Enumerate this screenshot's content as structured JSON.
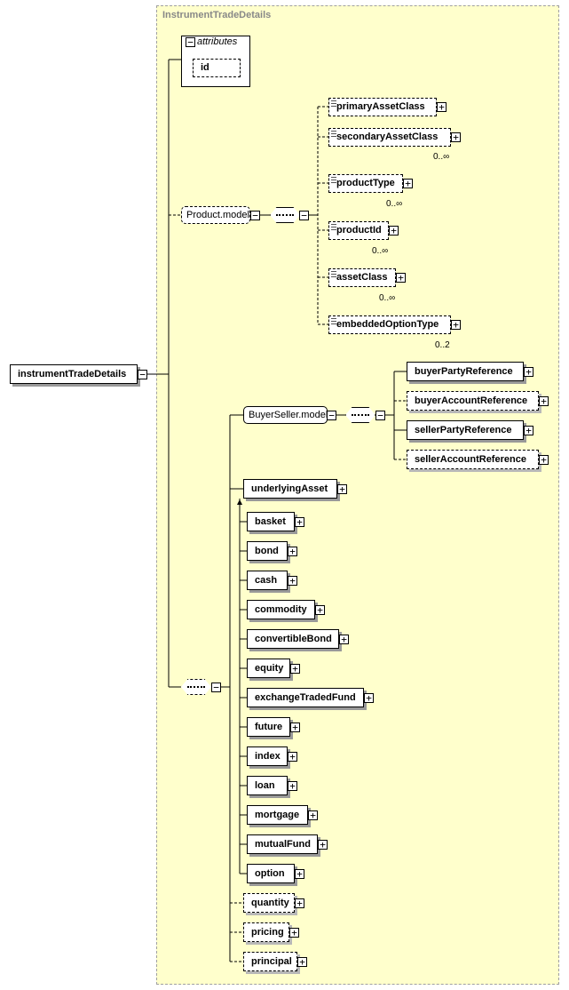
{
  "region_title": "InstrumentTradeDetails",
  "root": "instrumentTradeDetails",
  "attributes": {
    "label": "attributes",
    "items": [
      "id"
    ]
  },
  "product_group": {
    "label": "Product.model",
    "elements": [
      {
        "name": "primaryAssetClass",
        "card": ""
      },
      {
        "name": "secondaryAssetClass",
        "card": "0..∞"
      },
      {
        "name": "productType",
        "card": "0..∞"
      },
      {
        "name": "productId",
        "card": "0..∞"
      },
      {
        "name": "assetClass",
        "card": "0..∞"
      },
      {
        "name": "embeddedOptionType",
        "card": "0..2"
      }
    ]
  },
  "buyerseller_group": {
    "label": "BuyerSeller.model",
    "elements": [
      "buyerPartyReference",
      "buyerAccountReference",
      "sellerPartyReference",
      "sellerAccountReference"
    ]
  },
  "underlying": {
    "head": "underlyingAsset",
    "substitutes": [
      "basket",
      "bond",
      "cash",
      "commodity",
      "convertibleBond",
      "equity",
      "exchangeTradedFund",
      "future",
      "index",
      "loan",
      "mortgage",
      "mutualFund",
      "option"
    ]
  },
  "trailing": [
    "quantity",
    "pricing",
    "principal"
  ]
}
